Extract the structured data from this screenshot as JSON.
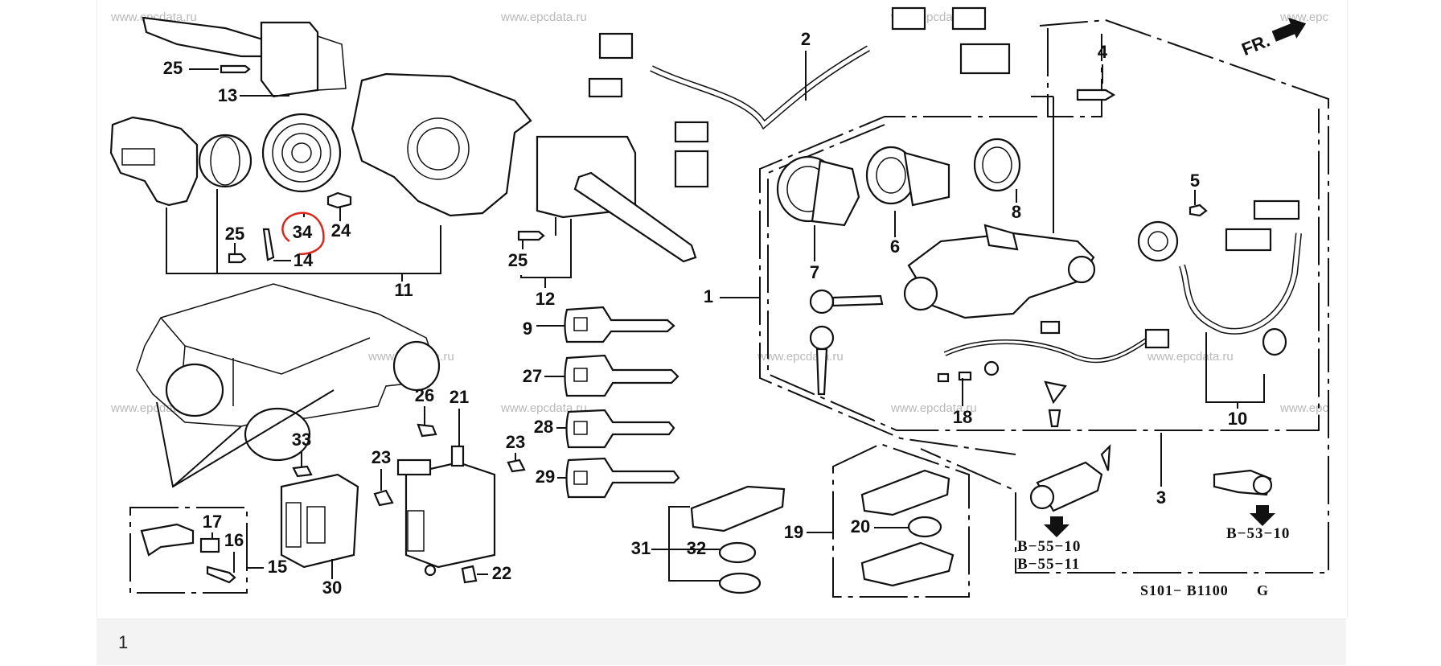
{
  "diagram": {
    "title": "Combination switch / ignition switch / key parts diagram",
    "diagram_code": "S101− B1100",
    "diagram_variant": "G",
    "direction_marker": "FR.",
    "watermark": "www.epcdata.ru",
    "highlighted_callout": "34",
    "highlight_color": "#d9271c",
    "callouts": [
      "25",
      "13",
      "34",
      "24",
      "25",
      "14",
      "11",
      "2",
      "4",
      "5",
      "7",
      "6",
      "8",
      "1",
      "25",
      "12",
      "9",
      "27",
      "28",
      "29",
      "26",
      "21",
      "33",
      "23",
      "23",
      "17",
      "16",
      "15",
      "30",
      "22",
      "31",
      "32",
      "19",
      "20",
      "18",
      "10",
      "3"
    ],
    "references": [
      "B−55−10",
      "B−55−11",
      "B−53−10"
    ]
  },
  "caption": {
    "text": "1"
  }
}
